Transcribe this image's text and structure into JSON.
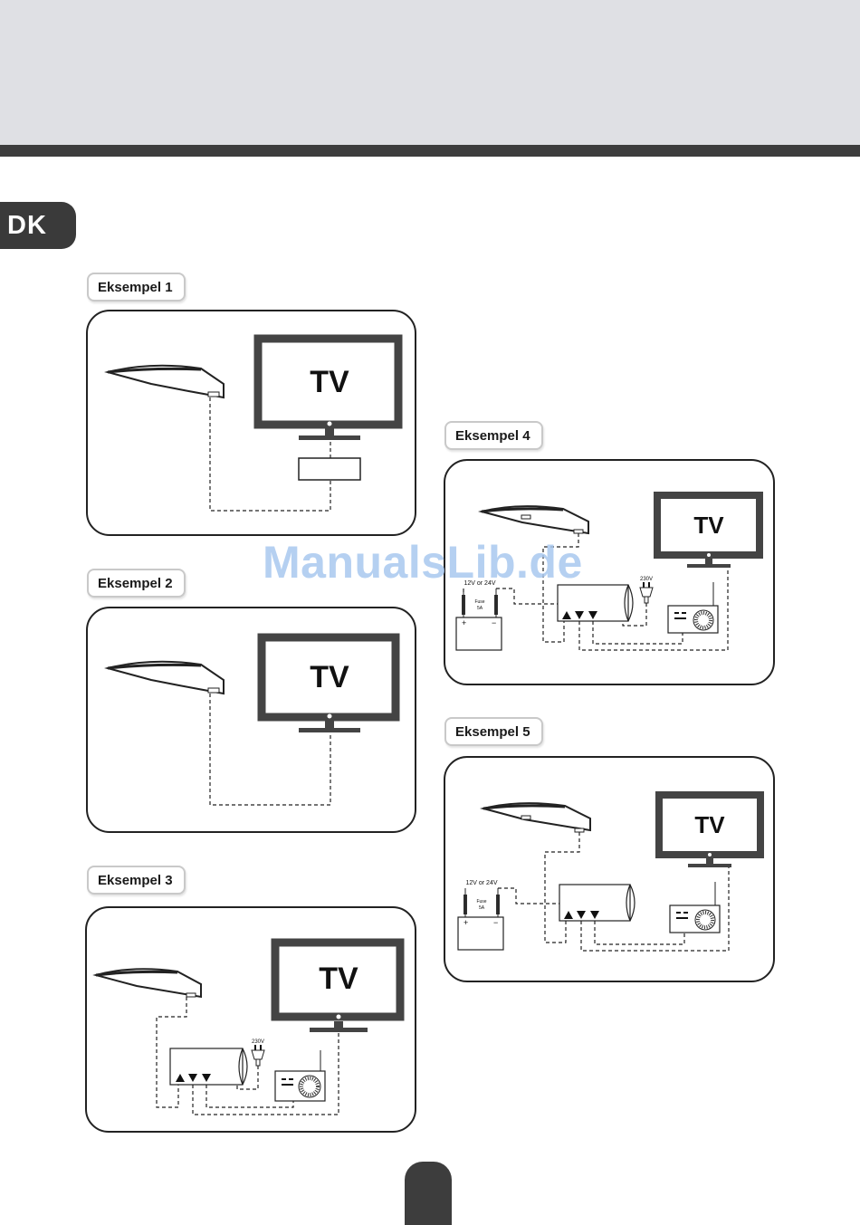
{
  "header": {
    "language_tab": "DK"
  },
  "watermark": "ManualsLib.de",
  "examples": [
    {
      "label": "Eksempel 1",
      "tv_label": "TV"
    },
    {
      "label": "Eksempel 2",
      "tv_label": "TV"
    },
    {
      "label": "Eksempel 3",
      "tv_label": "TV",
      "mains_label": "230V"
    },
    {
      "label": "Eksempel 4",
      "tv_label": "TV",
      "battery_label": "12V or 24V",
      "fuse_label": "Fuse",
      "fuse_rating": "5A",
      "mains_label": "230V",
      "plus": "+",
      "minus": "−"
    },
    {
      "label": "Eksempel 5",
      "tv_label": "TV",
      "battery_label": "12V or 24V",
      "fuse_label": "Fuse",
      "fuse_rating": "5A",
      "plus": "+",
      "minus": "−"
    }
  ],
  "colors": {
    "dark": "#3d3d3d",
    "band": "#dfe0e4",
    "watermark": "#a9c8ef"
  }
}
